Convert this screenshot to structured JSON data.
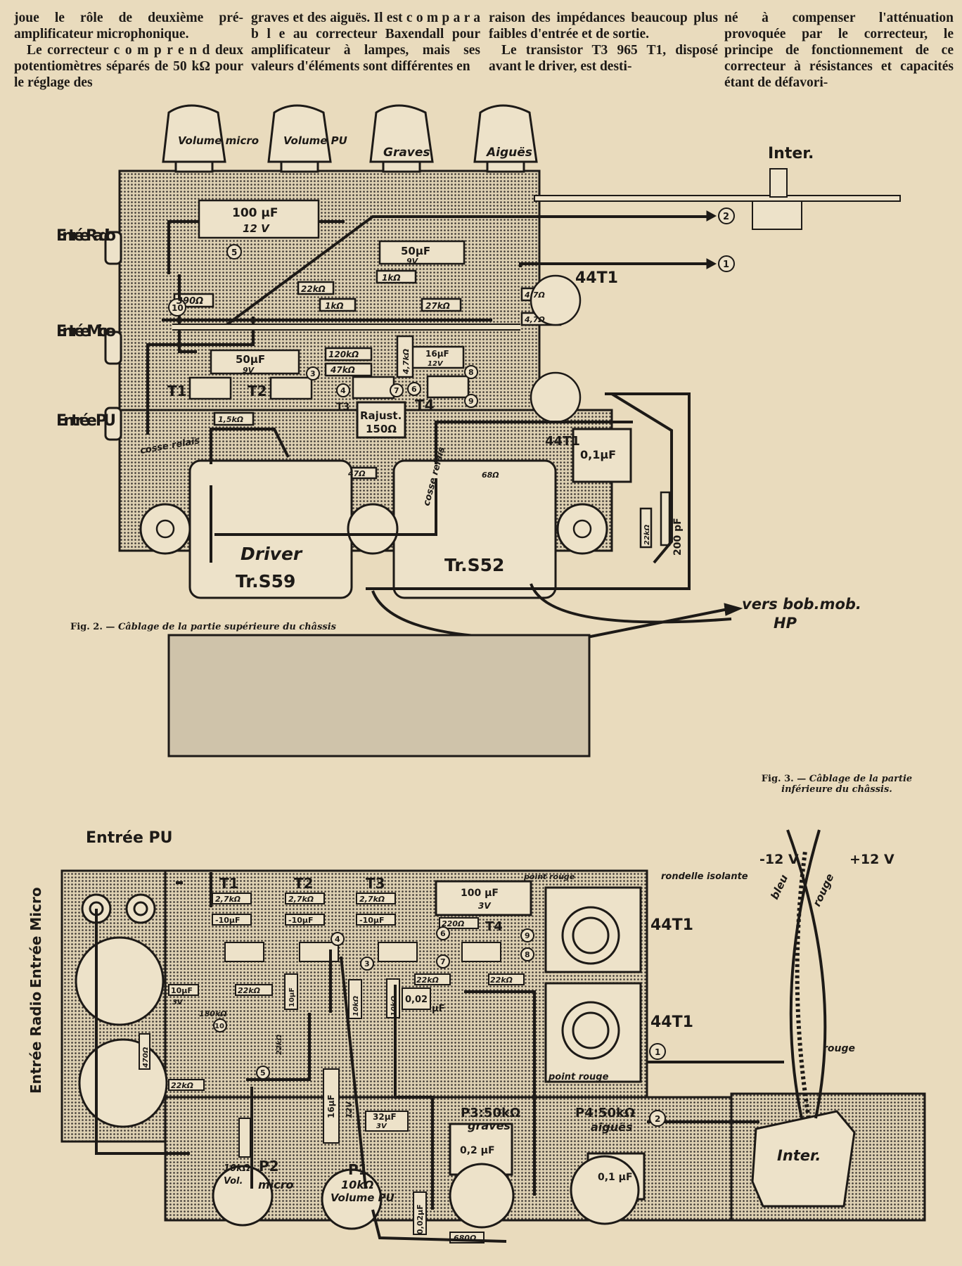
{
  "article": {
    "columns": [
      [
        "joue le rôle de deuxième pré-amplificateur microphonique.",
        "Le correcteur c o m p r e n d deux potentiomètres séparés de 50 kΩ pour le réglage des"
      ],
      [
        "graves et des aiguës. Il est c o m p a r a b l e au correcteur Baxendall pour amplificateur à lampes, mais ses valeurs d'éléments sont différentes en"
      ],
      [
        "raison des impédances beaucoup plus faibles d'entrée et de sortie.",
        "Le transistor T3 965 T1, disposé avant le driver, est desti-"
      ],
      [
        "né à compenser l'atténuation provoquée par le correcteur, le principe de fonctionnement de ce correcteur à résistances et capacités étant de défavori-"
      ]
    ]
  },
  "fig2": {
    "caption_num": "Fig. 2. —",
    "caption_text": "Câblage de la partie supérieure du châssis",
    "knobs": [
      "Volume micro",
      "Volume PU",
      "Graves",
      "Aiguës"
    ],
    "inter": "Inter.",
    "inputs": [
      "Entrée Radio",
      "Entrée Micro",
      "Entrée PU"
    ],
    "c100": "100 µF",
    "c100v": "12 V",
    "c50a": "50µF",
    "c50av": "9V",
    "c50b": "50µF",
    "c50bv": "9V",
    "c16": "16µF",
    "c16v": "12V",
    "r390": "390Ω",
    "r22k": "22kΩ",
    "r1ka": "1kΩ",
    "r1kb": "1kΩ",
    "r27k": "27kΩ",
    "r120k": "120kΩ",
    "r47k": "47kΩ",
    "r47": "4,7kΩ",
    "r15k": "1,5kΩ",
    "r47o": "47Ω",
    "r68": "68Ω",
    "r22k2": "22kΩ",
    "r47x1": "4,7Ω",
    "r47x2": "4,7Ω",
    "rajust": "Rajust.",
    "rajustv": "150Ω",
    "c01": "0,1µF",
    "c200": "200 pF",
    "t1": "T1",
    "t2": "T2",
    "t3": "T3",
    "t4": "T4",
    "tr44a": "44T1",
    "tr44b": "44T1",
    "cosse1": "cosse relais",
    "cosse2": "cosse relais",
    "driver": "Driver",
    "trs59": "Tr.S59",
    "trs52": "Tr.S52",
    "vers": "vers bob.mob.",
    "hp": "HP",
    "n1": "1",
    "n2": "2",
    "n5": "5",
    "n10": "10",
    "n3": "3",
    "n4": "4",
    "n6": "6",
    "n7": "7",
    "n8": "8",
    "n9": "9"
  },
  "fig3": {
    "caption_num": "Fig. 3. —",
    "caption_text": "Câblage de la partie inférieure du châssis.",
    "entree_pu": "Entrée PU",
    "entree_micro": "Entrée Micro",
    "entree_radio": "Entrée Radio",
    "t1": "T1",
    "t2": "T2",
    "t3": "T3",
    "t4": "T4",
    "r27": "2,7kΩ",
    "c10": "-10µF",
    "c100": "100 µF",
    "c100v": "3V",
    "r220": "220Ω",
    "point_rouge1": "point rouge",
    "point_rouge2": "point rouge",
    "rondelle": "rondelle isolante",
    "tr44a": "44T1",
    "tr44b": "44T1",
    "m12": "-12 V",
    "p12": "+12 V",
    "bleu": "bleu",
    "rouge1": "rouge",
    "rouge2": "rouge",
    "c10b": "10µF",
    "c10bv": "3V",
    "r22a": "22kΩ",
    "r180": "180kΩ",
    "r22b": "22kΩ",
    "c10c": "10µF",
    "r10a": "10kΩ",
    "r10b": "10kΩ",
    "r22c": "22kΩ",
    "r22d": "22kΩ",
    "c002": "0,02",
    "c002u": "µF",
    "r470": "470Ω",
    "r22e": "22kΩ",
    "c16": "16µF",
    "c16v": "12V",
    "c32": "32µF",
    "c32v": "3V",
    "p1": "P1",
    "p1v": "10kΩ",
    "p1l": "Volume PU",
    "p2": "P2",
    "p2v": "10kΩ",
    "p2l": "Vol.",
    "p2m": "micro",
    "p3": "P3:50kΩ",
    "p3l": "graves",
    "p4": "P4:50kΩ",
    "p4l": "aiguës",
    "c02": "0,2 µF",
    "c01": "0,1 µF",
    "c002b": "0,02µF",
    "r680": "680Ω",
    "inter": "Inter.",
    "n1": "1",
    "n2": "2",
    "n3": "3",
    "n4": "4",
    "n5": "5",
    "n6": "6",
    "n7": "7",
    "n8": "8",
    "n9": "9",
    "n10": "10"
  }
}
